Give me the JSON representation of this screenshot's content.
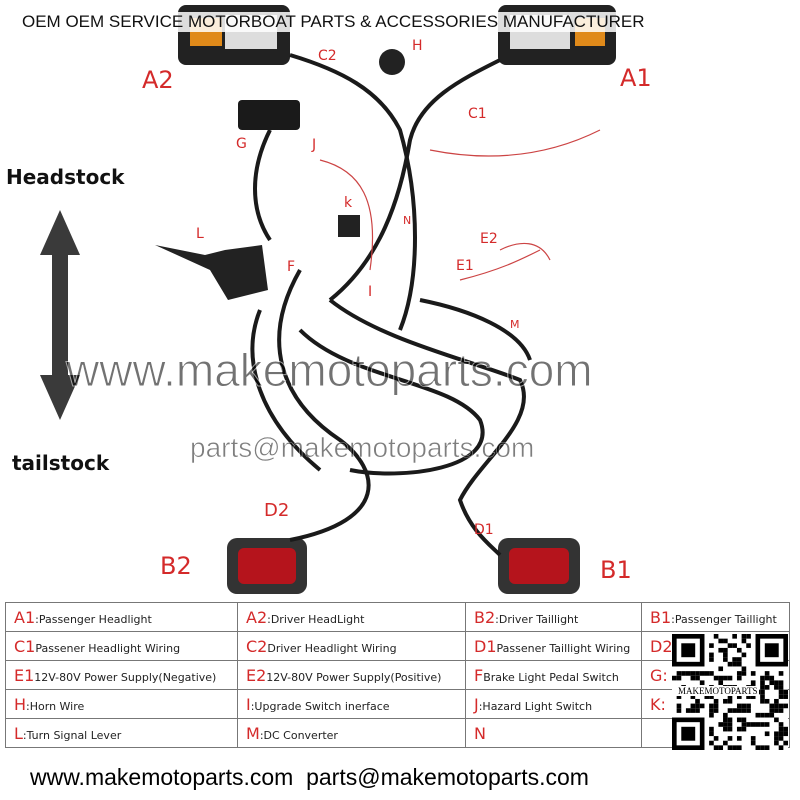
{
  "title": "OEM OEM SERVICE MOTORBOAT PARTS & ACCESSORIES MANUFACTURER",
  "labels": {
    "A2": "A2",
    "C2": "C2",
    "H": "H",
    "A1": "A1",
    "C1": "C1",
    "G": "G",
    "J": "J",
    "k": "k",
    "N": "N",
    "L": "L",
    "F": "F",
    "I": "I",
    "E2": "E2",
    "E1": "E1",
    "M": "M",
    "D2": "D2",
    "D1": "D1",
    "B2": "B2",
    "B1": "B1"
  },
  "side": {
    "top": "Headstock",
    "bottom": "tailstock"
  },
  "watermark": {
    "site": "www.makemotoparts.com",
    "email": "parts@makemotoparts.com",
    "qr_text": "MAKEMOTOPARTS"
  },
  "table": [
    [
      {
        "k": "A1",
        "t": ":Passenger Headlight"
      },
      {
        "k": "A2",
        "t": ":Driver HeadLight"
      },
      {
        "k": "B2",
        "t": ":Driver Taillight"
      },
      {
        "k": "B1",
        "t": ":Passenger Taillight"
      }
    ],
    [
      {
        "k": "C1",
        "t": "Passener Headlight Wiring"
      },
      {
        "k": "C2",
        "t": "Driver Headlight Wiring"
      },
      {
        "k": "D1",
        "t": "Passener Taillight Wiring"
      },
      {
        "k": "D2",
        "t": ""
      }
    ],
    [
      {
        "k": "E1",
        "t": "12V-80V Power Supply(Negative)"
      },
      {
        "k": "E2",
        "t": "12V-80V Power Supply(Positive)"
      },
      {
        "k": "F",
        "t": "Brake Light Pedal Switch"
      },
      {
        "k": "G:",
        "t": ""
      }
    ],
    [
      {
        "k": "H",
        "t": ":Horn Wire"
      },
      {
        "k": "I",
        "t": ":Upgrade Switch inerface"
      },
      {
        "k": "J",
        "t": ":Hazard Light Switch"
      },
      {
        "k": "K:",
        "t": ""
      }
    ],
    [
      {
        "k": "L",
        "t": ":Turn Signal Lever"
      },
      {
        "k": "M",
        "t": ":DC Converter"
      },
      {
        "k": "N",
        "t": ""
      },
      {
        "k": "",
        "t": ""
      }
    ]
  ]
}
